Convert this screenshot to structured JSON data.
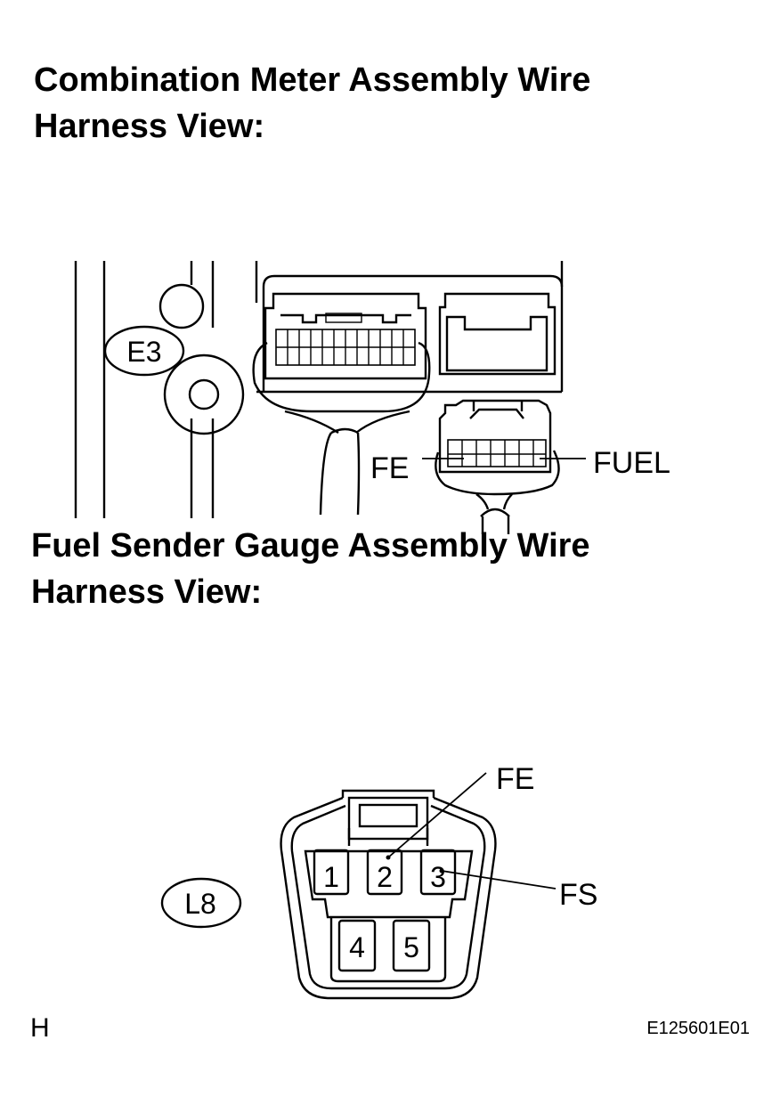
{
  "headings": {
    "combination_meter": [
      "Combination Meter Assembly Wire",
      "Harness View:"
    ],
    "fuel_sender": [
      "Fuel Sender Gauge Assembly Wire",
      "Harness View:"
    ]
  },
  "connector_top": {
    "id": "E3",
    "terminal_labels": {
      "left": "FE",
      "right": "FUEL"
    }
  },
  "connector_bottom": {
    "id": "L8",
    "pins": [
      "1",
      "2",
      "3",
      "4",
      "5"
    ],
    "terminal_labels": {
      "pin2": "FE",
      "pin3": "FS"
    }
  },
  "footer": {
    "left_code": "H",
    "figure_id": "E125601E01"
  }
}
